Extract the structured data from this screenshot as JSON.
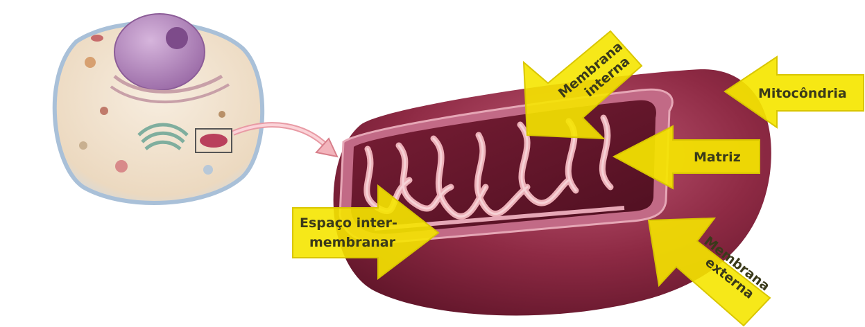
{
  "labels": {
    "mitocondria": "Mitocôndria",
    "matriz": "Matriz",
    "membrana_interna_1": "Membrana",
    "membrana_interna_2": "interna",
    "membrana_externa_1": "Membrana",
    "membrana_externa_2": "externa",
    "espaco_1": "Espaço inter-",
    "espaco_2": "membranar"
  },
  "colors": {
    "arrow_fill": "#f5e600",
    "arrow_stroke": "#d9c600",
    "outer_membrane": "#8e2a44",
    "outer_membrane_light": "#b8506a",
    "cristae": "#e8a8b0",
    "cell_body": "#f3e6d4",
    "nucleus": "#b98cc0",
    "pointer_arrow": "#f0a0a8"
  },
  "icons": {
    "cell": "animal-cell-illustration",
    "organelle": "mitochondrion-cutaway",
    "pointer": "zoom-pointer-arrow"
  }
}
